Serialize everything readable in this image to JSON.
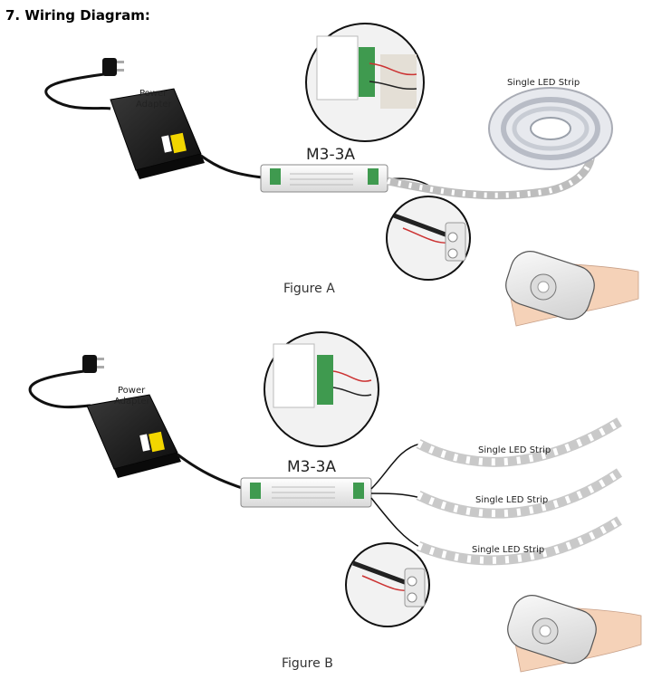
{
  "title": "7. Wiring Diagram:",
  "figure_a": {
    "adapter_label_line1": "Power",
    "adapter_label_line2": "Adapter",
    "controller_model": "M3-3A",
    "strip_label": "Single LED Strip",
    "caption": "Figure A"
  },
  "figure_b": {
    "adapter_label_line1": "Power",
    "adapter_label_line2": "Adapter",
    "controller_model": "M3-3A",
    "strip_labels": [
      "Single LED Strip",
      "Single LED Strip",
      "Single LED Strip"
    ],
    "caption": "Figure B"
  }
}
